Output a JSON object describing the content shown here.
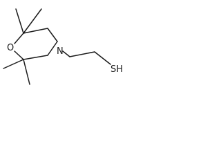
{
  "structure": {
    "atoms": {
      "oxygen": "O",
      "nitrogen": "N",
      "thiol": "SH"
    },
    "ink_color": "#1a1a1a",
    "background_color": "#ffffff"
  }
}
